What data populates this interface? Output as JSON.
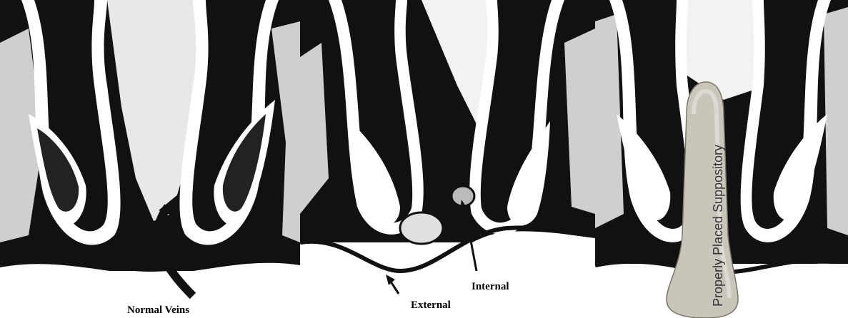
{
  "panels": [
    {
      "label": "Normal Veins"
    },
    {
      "labels": [
        "External",
        "Internal"
      ]
    },
    {
      "label": "Properly Placed Suppository"
    }
  ]
}
